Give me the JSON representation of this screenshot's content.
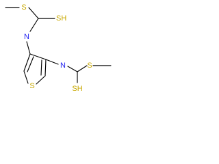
{
  "figure": {
    "type": "chemical-structure",
    "atoms": {
      "s_methylthio_top": "S",
      "sh_top": "SH",
      "n_top": "N",
      "n_bottom": "N",
      "s_methylthio_bottom": "S",
      "sh_bottom": "SH",
      "s_thiophene": "S"
    },
    "colors": {
      "sulfur": "#c8a800",
      "nitrogen": "#1f1ff0",
      "bond": "#000000",
      "background": "#ffffff"
    }
  }
}
